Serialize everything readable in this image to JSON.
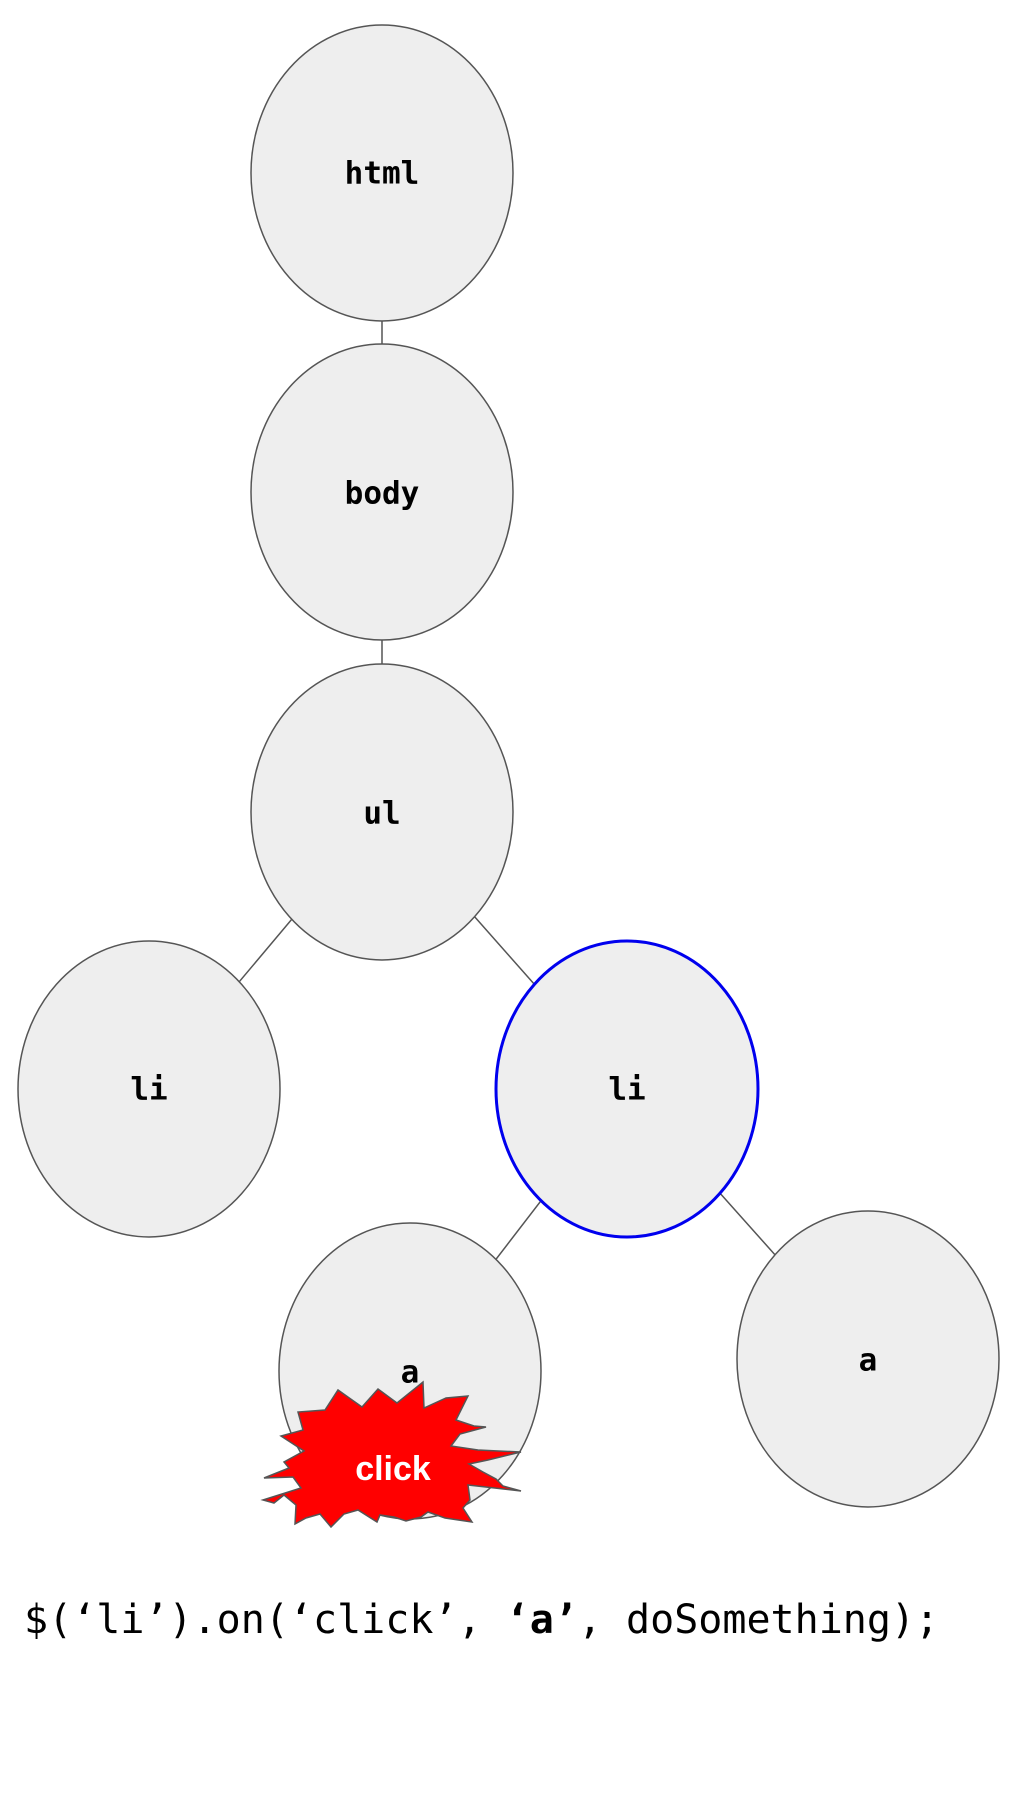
{
  "tree": {
    "nodes": [
      {
        "id": "html",
        "label": "html",
        "highlighted": false
      },
      {
        "id": "body",
        "label": "body",
        "highlighted": false
      },
      {
        "id": "ul",
        "label": "ul",
        "highlighted": false
      },
      {
        "id": "li-left",
        "label": "li",
        "highlighted": false
      },
      {
        "id": "li-right",
        "label": "li",
        "highlighted": true
      },
      {
        "id": "a-left",
        "label": "a",
        "highlighted": false
      },
      {
        "id": "a-right",
        "label": "a",
        "highlighted": false
      }
    ],
    "edges": [
      [
        "html",
        "body"
      ],
      [
        "body",
        "ul"
      ],
      [
        "ul",
        "li-left"
      ],
      [
        "ul",
        "li-right"
      ],
      [
        "li-right",
        "a-left"
      ],
      [
        "li-right",
        "a-right"
      ]
    ]
  },
  "click_burst": {
    "label": "click",
    "fill_color": "#ff0000"
  },
  "colors": {
    "node_fill": "#eeeeee",
    "node_stroke": "#555555",
    "highlight_stroke": "#0000ee"
  },
  "code": {
    "before": "$(‘li’).on(‘click’, ",
    "selector": "‘a’",
    "after": ", doSomething);"
  }
}
